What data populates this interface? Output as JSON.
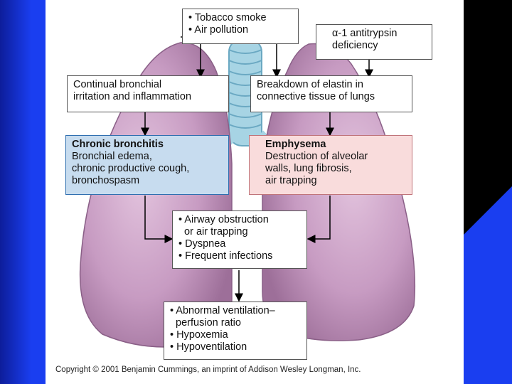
{
  "boxes": {
    "causes": {
      "lines": [
        "• Tobacco smoke",
        "• Air pollution"
      ]
    },
    "antitrypsin": {
      "lines": [
        "α-1 antitrypsin",
        "deficiency"
      ]
    },
    "irritation": {
      "lines": [
        "Continual bronchial",
        "irritation and inflammation"
      ]
    },
    "elastin": {
      "lines": [
        "Breakdown of elastin in",
        "connective tissue of lungs"
      ]
    },
    "bronchitis": {
      "title": "Chronic bronchitis",
      "lines": [
        "Bronchial edema,",
        "chronic productive cough,",
        "bronchospasm"
      ]
    },
    "emphysema": {
      "title": "Emphysema",
      "lines": [
        "Destruction of alveolar",
        "walls, lung fibrosis,",
        "air trapping"
      ]
    },
    "obstruction": {
      "lines": [
        "• Airway obstruction",
        "  or air trapping",
        "• Dyspnea",
        "• Frequent infections"
      ]
    },
    "ventilation": {
      "lines": [
        "• Abnormal ventilation–",
        "  perfusion ratio",
        "• Hypoxemia",
        "• Hypoventilation"
      ]
    }
  },
  "copyright": "Copyright © 2001 Benjamin Cummings, an imprint of Addison Wesley Longman, Inc.",
  "colors": {
    "frame_blue": "#1a3ef0",
    "lung": "#c79bc2",
    "box_blue": "#c7dcef",
    "box_pink": "#f9dcdc"
  }
}
